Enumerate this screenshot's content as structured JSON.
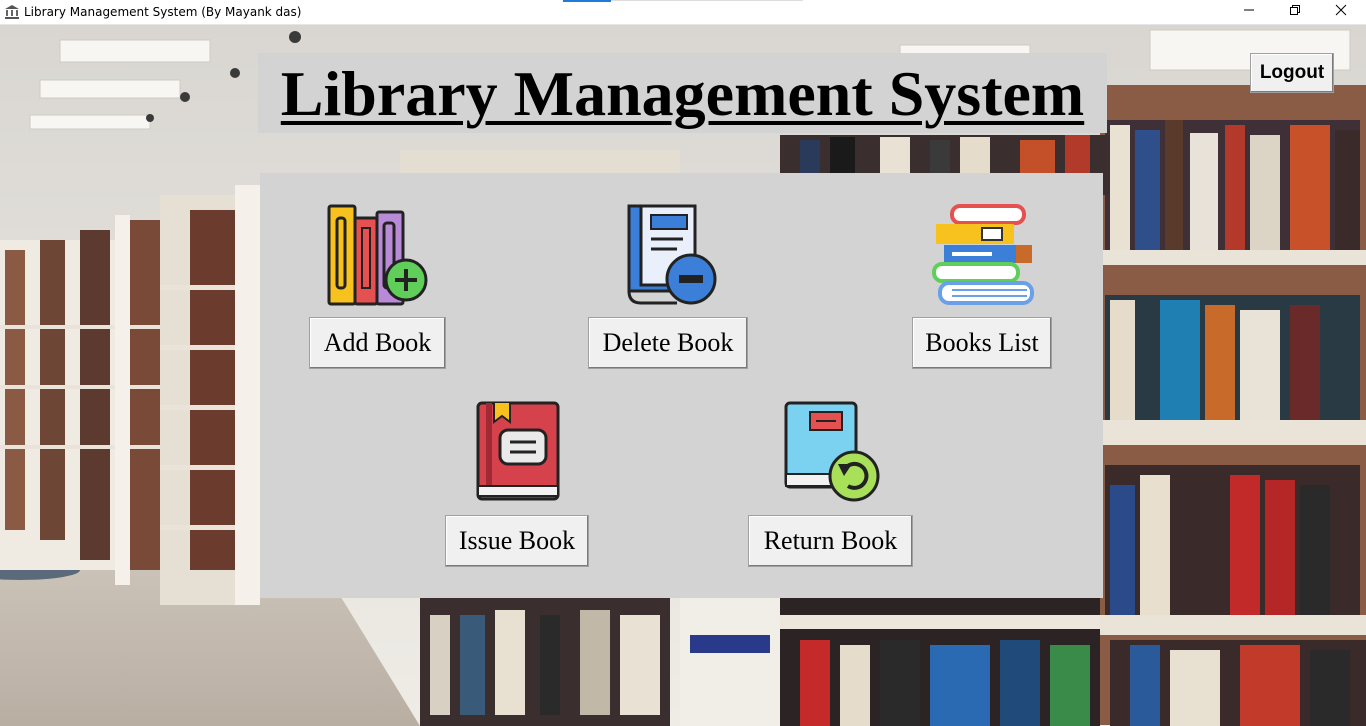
{
  "window": {
    "title": "Library Management System (By Mayank das)"
  },
  "header": {
    "title": "Library Management System",
    "logout_label": "Logout"
  },
  "menu": {
    "add_book": "Add Book",
    "delete_book": "Delete Book",
    "books_list": "Books List",
    "issue_book": "Issue Book",
    "return_book": "Return Book"
  },
  "colors": {
    "panel": "#d3d3d3",
    "button": "#f0f0f0"
  },
  "icons": [
    "bank-icon",
    "minimize-icon",
    "maximize-icon",
    "close-icon",
    "add-book-icon",
    "delete-book-icon",
    "books-list-icon",
    "issue-book-icon",
    "return-book-icon"
  ]
}
